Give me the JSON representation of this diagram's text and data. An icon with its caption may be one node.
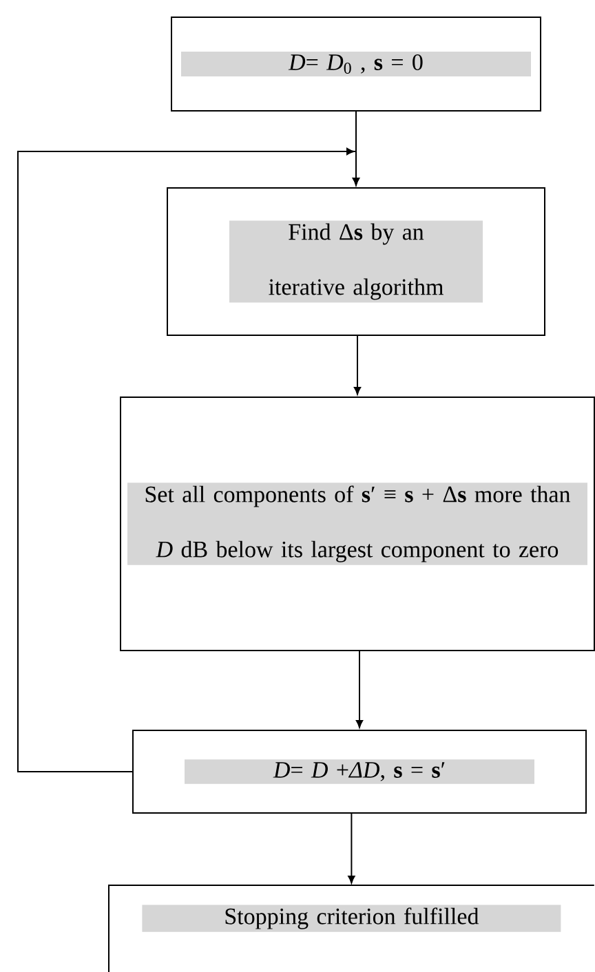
{
  "diagram": {
    "nodes": [
      {
        "text": [
          "*D*= *D*$_{0}$ , **s** = 0"
        ]
      },
      {
        "text": [
          "Find Δ**s** by an iterative algorithm"
        ]
      },
      {
        "text": [
          "Set all components of **s**′ ≡ **s** + Δ**s** more than *D* dB below its largest component to zero"
        ]
      },
      {
        "text": [
          "*D*= *D* +*ΔD*, **s** = **s**′"
        ]
      },
      {
        "text": [
          "Stopping criterion fulfilled"
        ]
      }
    ],
    "edges": [
      {
        "from": 0,
        "to": 1,
        "arrow": "to"
      },
      {
        "from": 1,
        "to": 2,
        "arrow": "to"
      },
      {
        "from": 2,
        "to": 3,
        "arrow": "to"
      },
      {
        "from": 3,
        "to": 1,
        "arrow": "to"
      },
      {
        "from": 3,
        "to": 4,
        "arrow": "to"
      }
    ]
  }
}
